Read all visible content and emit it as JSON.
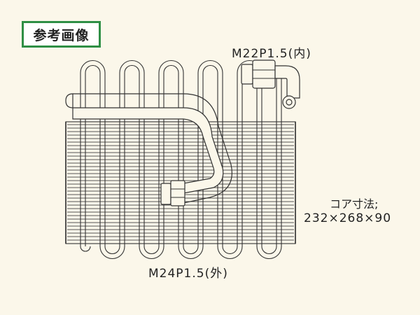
{
  "badge": {
    "label": "参考画像"
  },
  "labels": {
    "top_fitting": "M22P1.5(内)",
    "bottom_fitting": "M24P1.5(外)",
    "core_title": "コア寸法;",
    "core_dims": "232×268×90"
  },
  "colors": {
    "background": "#fbf7ea",
    "badge_border": "#2f8f45",
    "line": "#333333"
  }
}
